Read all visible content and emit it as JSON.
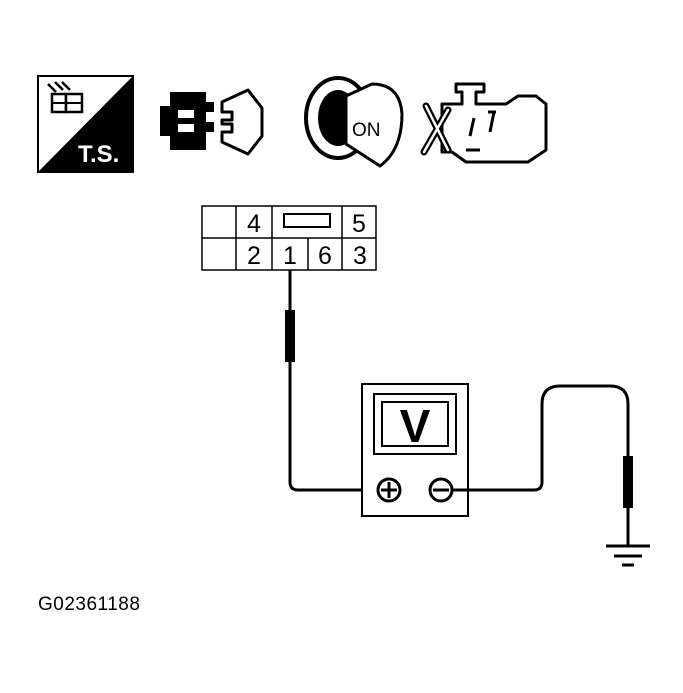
{
  "icons": [
    {
      "name": "ts-tester-icon",
      "label": "T.S."
    },
    {
      "name": "connector-disconnect-icon"
    },
    {
      "name": "ignition-key-on-icon",
      "label": "ON"
    },
    {
      "name": "engine-off-icon"
    }
  ],
  "connector": {
    "top_row": [
      "",
      "4",
      "",
      "5"
    ],
    "bottom_row": [
      "",
      "2",
      "1",
      "6",
      "3"
    ],
    "probed_pin": "1"
  },
  "meter": {
    "label": "V",
    "positive": "+",
    "negative": "-"
  },
  "figure_id": "G02361188"
}
